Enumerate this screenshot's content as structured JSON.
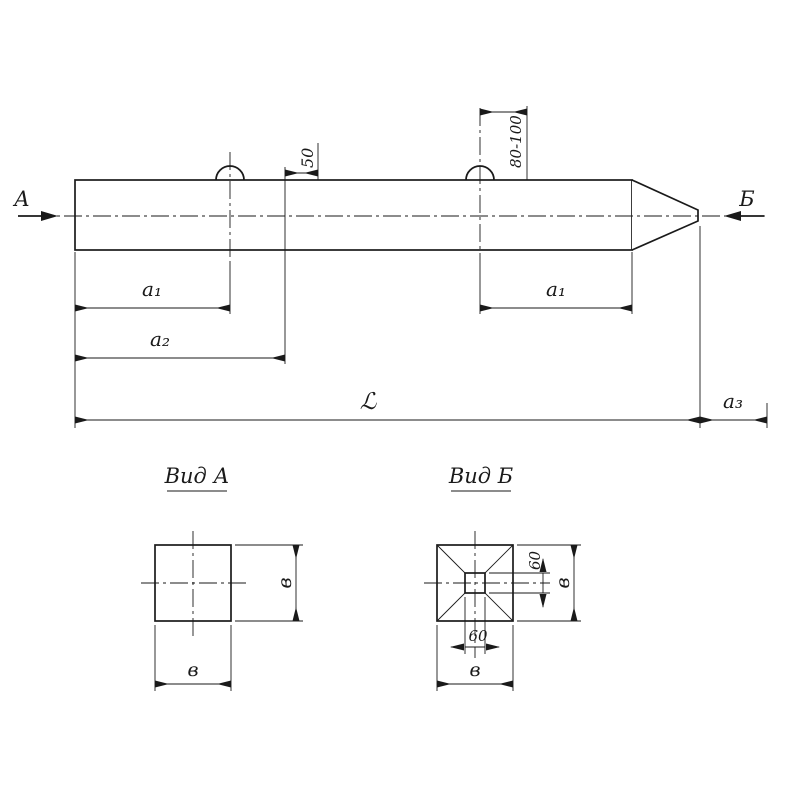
{
  "colors": {
    "line": "#1a1a1a",
    "background": "#ffffff"
  },
  "labels": {
    "arrow_a": "А",
    "arrow_b": "Б",
    "dim_50": "50",
    "dim_80_100": "80-100",
    "dim_a1_left": "а₁",
    "dim_a1_right": "а₁",
    "dim_a2": "а₂",
    "dim_length": "ℒ",
    "dim_a3": "а₃",
    "view_a": {
      "title": "Вид А",
      "dim_width": "в",
      "dim_height": "в"
    },
    "view_b": {
      "title": "Вид Б",
      "dim_width": "в",
      "dim_height": "в",
      "dim_tip_width": "60",
      "dim_tip_height": "60"
    }
  }
}
